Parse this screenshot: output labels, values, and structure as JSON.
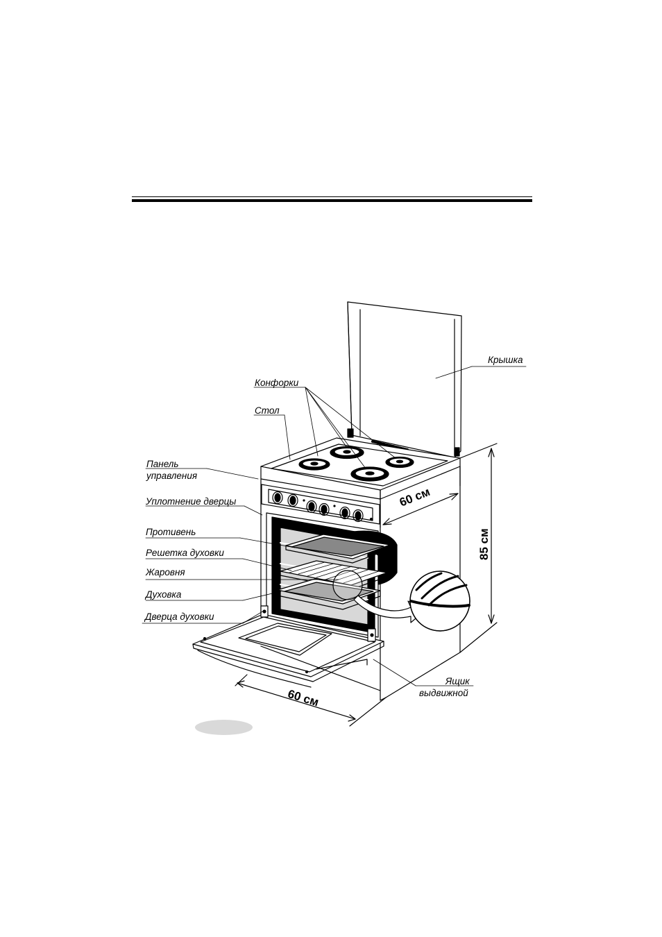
{
  "labels": {
    "lid": "Крышка",
    "burners": "Конфорки",
    "table": "Стол",
    "control_panel_line1": "Панель",
    "control_panel_line2": "управления",
    "door_seal": "Уплотнение дверцы",
    "baking_tray": "Противень",
    "oven_rack": "Решетка духовки",
    "roasting_pan": "Жаровня",
    "oven": "Духовка",
    "oven_door": "Дверца духовки",
    "drawer_line1": "Ящик",
    "drawer_line2": "выдвижной"
  },
  "dimensions": {
    "depth": "60 см",
    "height": "85 см",
    "width": "60 см"
  }
}
